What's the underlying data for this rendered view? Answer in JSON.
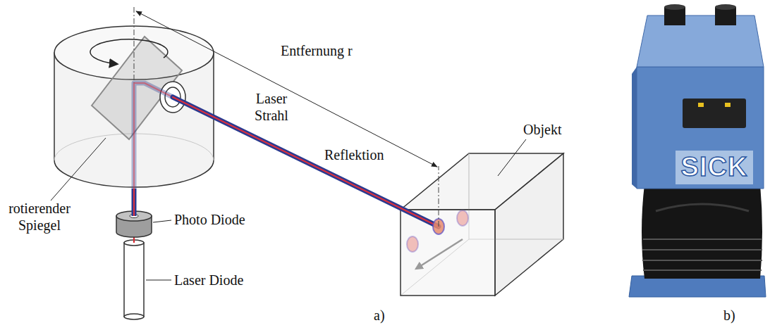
{
  "diagram": {
    "labels": [
      "Entfernung r",
      "Laser Strahl",
      "Reflektion",
      "Objekt",
      "rotierender Spiegel",
      "Photo Diode",
      "Laser Diode",
      "a)",
      "b)",
      "SICK"
    ]
  }
}
